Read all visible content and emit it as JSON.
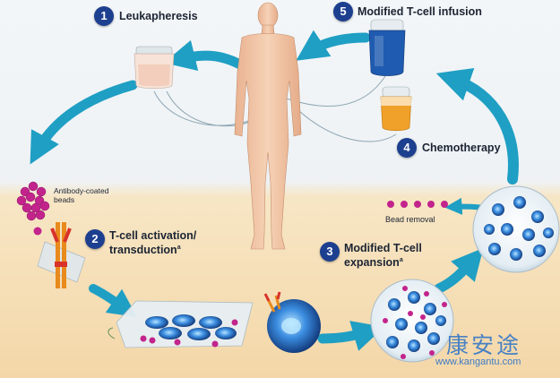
{
  "steps": [
    {
      "num": "1",
      "label": "Leukapheresis"
    },
    {
      "num": "2",
      "label_line1": "T-cell activation/",
      "label_line2": "transduction",
      "note": "a"
    },
    {
      "num": "3",
      "label_line1": "Modified T-cell",
      "label_line2": "expansion",
      "note": "a"
    },
    {
      "num": "4",
      "label": "Chemotherapy"
    },
    {
      "num": "5",
      "label": "Modified T-cell infusion"
    }
  ],
  "annotations": {
    "beads_line1": "Antibody-coated",
    "beads_line2": "beads",
    "bead_removal": "Bead removal"
  },
  "watermark": {
    "cn": "康安途",
    "url": "www.kangantu.com"
  },
  "colors": {
    "arrow_teal": "#1f9fc4",
    "step_badge": "#1d3f8f",
    "bead_magenta": "#c2248c",
    "cell_blue": "#1f5fb8",
    "bag_blue": "#1f5bb0",
    "bag_orange": "#f0a12a",
    "skin": "#f2c4a4"
  }
}
